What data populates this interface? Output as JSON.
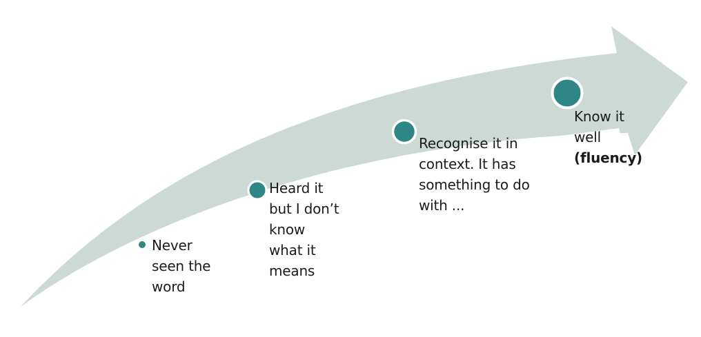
{
  "diagram": {
    "kind": "curved-arrow-progression",
    "direction": "bottom-left to top-right",
    "colors": {
      "arrow": "#cdd9d5",
      "dot": "#2e8786",
      "dot_ring": "#ffffff",
      "text": "#1b1b1b",
      "background": "#ffffff"
    },
    "stages": [
      {
        "id": 1,
        "dot_size": "smallest",
        "lines": [
          "Never",
          "seen the",
          "word"
        ]
      },
      {
        "id": 2,
        "dot_size": "small",
        "lines": [
          "Heard it",
          "but I don’t",
          "know",
          "what it",
          "means"
        ]
      },
      {
        "id": 3,
        "dot_size": "medium",
        "lines": [
          "Recognise it in",
          "context. It has",
          "something to do",
          "with ..."
        ]
      },
      {
        "id": 4,
        "dot_size": "largest",
        "lines": [
          "Know it",
          "well",
          "(fluency)"
        ]
      }
    ]
  }
}
